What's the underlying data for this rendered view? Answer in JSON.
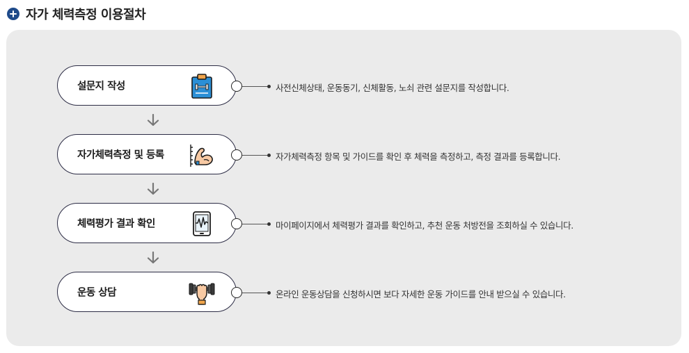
{
  "header": {
    "title": "자가 체력측정 이용절차",
    "icon": "plus-circle-icon",
    "icon_color": "#1e4a8a"
  },
  "colors": {
    "panel_background": "#ebebeb",
    "box_border": "#2b2b44",
    "accent_blue": "#2b8fd6",
    "accent_orange": "#f0a44b"
  },
  "steps": [
    {
      "label": "설문지 작성",
      "icon": "clipboard-dumbbell-icon",
      "description": "사전신체상태, 운동동기, 신체활동, 노쇠 관련 설문지를 작성합니다."
    },
    {
      "label": "자가체력측정 및 등록",
      "icon": "flexed-arm-icon",
      "description": "자가체력측정 항목 및 가이드를 확인 후 체력을 측정하고, 측정 결과를 등록합니다."
    },
    {
      "label": "체력평가 결과 확인",
      "icon": "tablet-heartbeat-icon",
      "description": "마이페이지에서 체력평가 결과를 확인하고, 추천 운동 처방전을 조회하실 수 있습니다."
    },
    {
      "label": "운동 상담",
      "icon": "hand-dumbbell-icon",
      "description": "온라인 운동상담을 신청하시면 보다 자세한 운동 가이드를 안내 받으실 수 있습니다."
    }
  ]
}
